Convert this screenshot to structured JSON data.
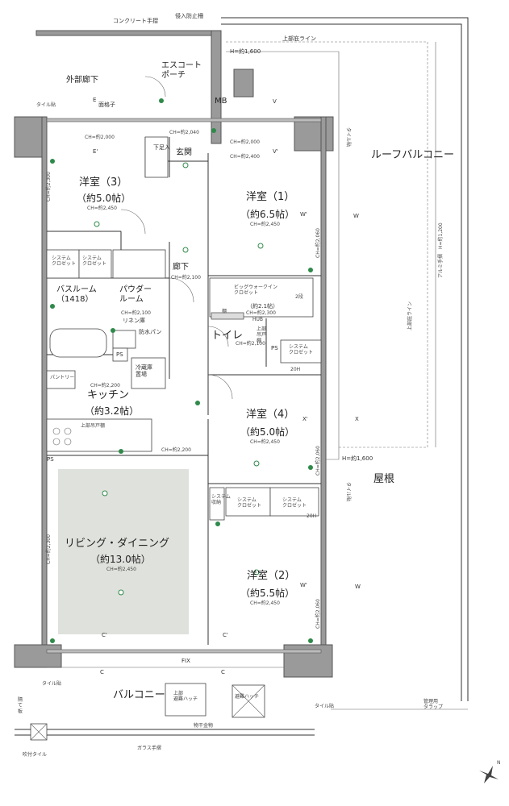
{
  "labels": {
    "concrete_rail": "コンクリート手摺",
    "anti_intrusion": "侵入防止柵",
    "upper_eave_top": "上部庇ライン",
    "h1600_top": "H=約1,600",
    "escort_porch": "エスコート\nポーチ",
    "exterior_corridor": "外部廊下",
    "mb": "MB",
    "tile_1": "タイル貼",
    "lattice": "面格子",
    "e_mark": "E",
    "e_prime": "E'",
    "v_mark": "V",
    "v_prime": "V'",
    "ch2040": "CH=約2,040",
    "ch2000_a": "CH=約2,000",
    "ch2000_b": "CH=約2,000",
    "ch2400": "CH=約2,400",
    "shoe_rack": "下足入",
    "entrance": "玄関",
    "room3": "洋室（3）",
    "room3_size": "（約5.0帖）",
    "room3_ch": "CH=約2,450",
    "room3_ch_side": "CH=約2,300",
    "room1": "洋室（1）",
    "room1_size": "（約6.5帖）",
    "room1_ch": "CH=約2,450",
    "room1_ch_side": "CH=約2,060",
    "roof_balcony": "ルーフバルコニー",
    "alum_rail": "アルミ手摺　H=約1,200",
    "upper_eave_right": "上部庇ライン",
    "w_mark_1": "W",
    "w_prime_1": "W'",
    "sys_closet_a": "システム\nクロゼット",
    "sys_closet_b": "システム\nクロゼット",
    "hallway": "廊下",
    "hallway_ch": "CH=約2,100",
    "bathroom": "バスルーム\n（1418）",
    "powder": "パウダー\nルーム",
    "powder_ch": "CH=約2,100",
    "linen": "リネン庫",
    "waterproof": "防水パン",
    "ps_1": "PS",
    "fridge": "冷蔵庫\n置場",
    "pantry": "パントリー",
    "kitchen": "キッチン",
    "kitchen_size": "（約3.2帖）",
    "kitchen_ch": "CH=約2,200",
    "upper_cabinet": "上部吊戸棚",
    "ps_2": "PS",
    "ch2200": "CH=約2,200",
    "wic": "ビッグウォークイン\nクロゼット",
    "wic_size": "（約2.1帖）",
    "wic_ch": "CH=約2,300",
    "wic_2tier": "2段",
    "shelf": "棚",
    "hub": "HUB",
    "upper_cab_small": "上部\n吊戸\n棚",
    "toilet": "トイレ",
    "toilet_ch": "CH=約2,100",
    "ps_3": "PS",
    "sys_closet_c": "システム\nクロゼット",
    "h20_a": "20H",
    "room4": "洋室（4）",
    "room4_size": "（約5.0帖）",
    "room4_ch": "CH=約2,450",
    "room4_ch_side": "CH=約2,060",
    "x_mark": "X",
    "x_prime": "X'",
    "h1600_mid": "H=約1,600",
    "tile_2": "タイル貼",
    "tile_3": "タイル貼",
    "roof": "屋根",
    "sys_storage": "システム\n収納",
    "sys_closet_d": "システム\nクロゼット",
    "sys_closet_e": "システム\nクロゼット",
    "h20_b": "20H",
    "living": "リビング・ダイニング",
    "living_size": "（約13.0帖）",
    "living_ch": "CH=約2,450",
    "living_ch_side": "CH=約2,300",
    "room2": "洋室（2）",
    "room2_size": "（約5.5帖）",
    "room2_ch": "CH=約2,450",
    "room2_ch_side": "CH=約2,060",
    "w_mark_2": "W",
    "w_prime_2": "W'",
    "c_mark": "C",
    "c_prime": "C'",
    "fix": "FIX",
    "balcony": "バルコニー",
    "upper_hatch": "上部\n避難ハッチ",
    "evac_hatch": "避難ハッチ",
    "laundry": "物干金物",
    "glass_rail": "ガラス手摺",
    "partition": "隔\nて\n板",
    "spray_tile": "吹付タイル",
    "tile_4": "タイル貼",
    "tile_5": "タイル貼",
    "mgmt_trap": "管理用\nタラップ",
    "north": "N"
  }
}
